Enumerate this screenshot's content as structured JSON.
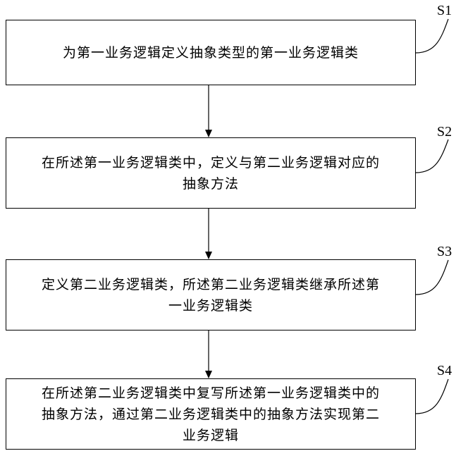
{
  "steps": [
    {
      "label": "S1",
      "lines": [
        "为第一业务逻辑定义抽象类型的第一业务逻辑类"
      ]
    },
    {
      "label": "S2",
      "lines": [
        "在所述第一业务逻辑类中，定义与第二业务逻辑对应的",
        "抽象方法"
      ]
    },
    {
      "label": "S3",
      "lines": [
        "定义第二业务逻辑类，所述第二业务逻辑类继承所述第",
        "一业务逻辑类"
      ]
    },
    {
      "label": "S4",
      "lines": [
        "在所述第二业务逻辑类中复写所述第一业务逻辑类中的",
        "抽象方法，通过第二业务逻辑类中的抽象方法实现第二",
        "业务逻辑"
      ]
    }
  ]
}
